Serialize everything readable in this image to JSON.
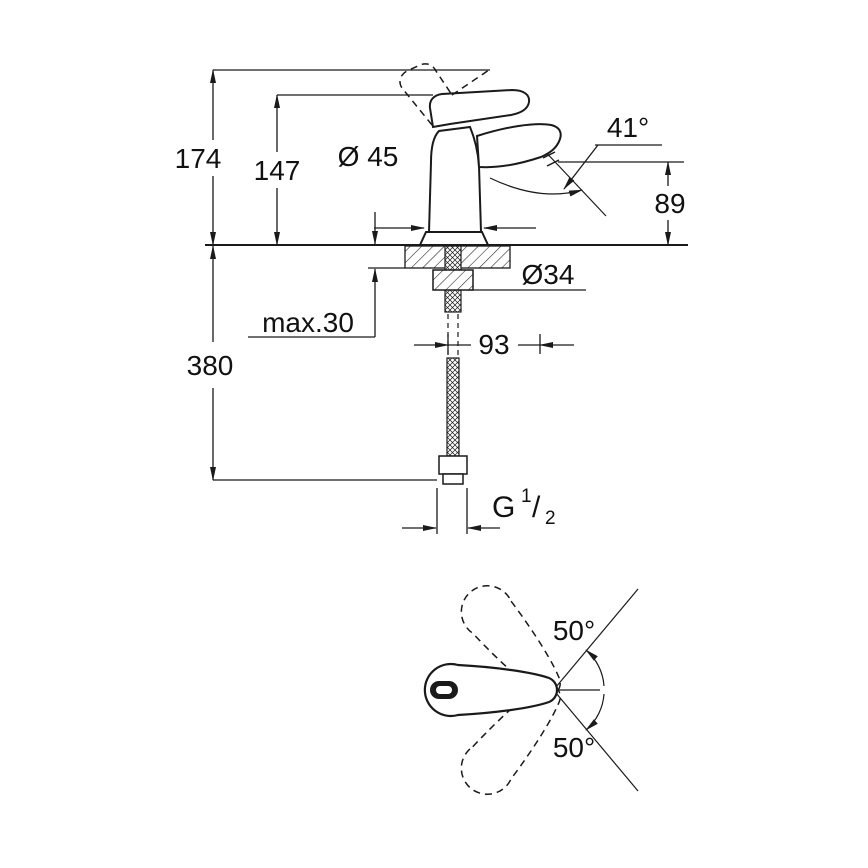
{
  "page": {
    "background": "#ffffff",
    "line_color": "#1a1a1a"
  },
  "drawing": {
    "dims": {
      "overall_height": "174",
      "body_height": "147",
      "body_diameter": "Ø 45",
      "spout_angle": "41°",
      "spout_height": "89",
      "hole_diameter": "Ø34",
      "deck_thickness": "max.30",
      "depth": "93",
      "hose_length": "380",
      "thread_g": "G",
      "thread_num": "1",
      "thread_slash": "/",
      "thread_den": "2",
      "swing_upper": "50°",
      "swing_lower": "50°"
    }
  }
}
